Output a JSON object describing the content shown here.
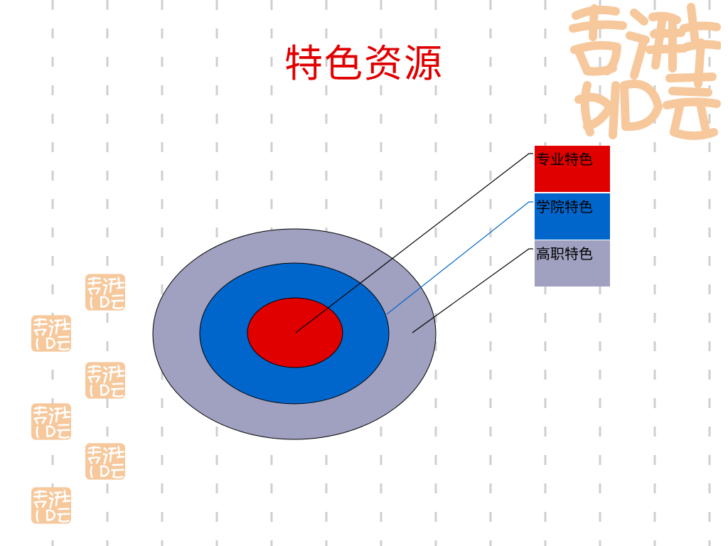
{
  "slide": {
    "title": "特色资源",
    "title_color": "#e00000"
  },
  "legend": [
    {
      "label": "专业特色",
      "color": "#e00000",
      "line_color": "#000000"
    },
    {
      "label": "学院特色",
      "color": "#0066cc",
      "line_color": "#0066cc"
    },
    {
      "label": "高职特色",
      "color": "#a0a0c0",
      "line_color": "#000000"
    }
  ],
  "rings": {
    "outer_color": "#a0a0c0",
    "middle_color": "#0066cc",
    "inner_color": "#e00000"
  },
  "decoration": {
    "seal_color": "#f6c89c",
    "seal_icon": "ji-xiang-ru-yi-seal-icon",
    "dash_color": "#cfcfcf"
  }
}
